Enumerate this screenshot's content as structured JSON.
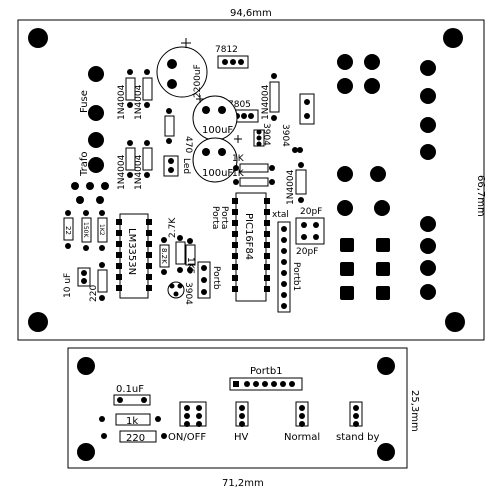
{
  "board_main": {
    "width_dim": "94,6mm",
    "height_dim": "66,7mm"
  },
  "board_sub": {
    "width_dim": "71,2mm",
    "height_dim": "25,3mm"
  },
  "labels": {
    "l7812": "7812",
    "l7805": "7805",
    "c2200": "2200uF",
    "c100a": "100uF",
    "c100b": "100uF",
    "d1a": "1N4004",
    "d1b": "1N4004",
    "d2a": "1N4004",
    "d2b": "1N4004",
    "d3": "1N4004",
    "d4": "1N4004",
    "fuse": "Fuse",
    "trafo": "Trafo",
    "r470": "470",
    "led": "Led",
    "t3904a": "3904",
    "t3904b": "3904",
    "t3904c": "3904",
    "r1k": "1K",
    "r1kb": "1K",
    "r2k7": "2.7K",
    "r8k2": "8.2K",
    "r1k5": "1K5",
    "porta_top": "Porta",
    "porta": "Porta",
    "portb": "Portb",
    "pic": "PIC16F84",
    "lm": "LM3353N",
    "xtal": "xtal",
    "c20a": "20pF",
    "c20b": "20pF",
    "portb1_v": "Portb1",
    "r22": "22",
    "r150k": "150K",
    "r1k2": "1K2",
    "c10u": "10 uF",
    "r220a": "220",
    "sub_portb1": "Portb1",
    "c01u": "0.1uF",
    "r1k_sub": "1k",
    "r220_sub": "220",
    "onoff": "ON/OFF",
    "hv": "HV",
    "normal": "Normal",
    "standby": "stand by"
  }
}
